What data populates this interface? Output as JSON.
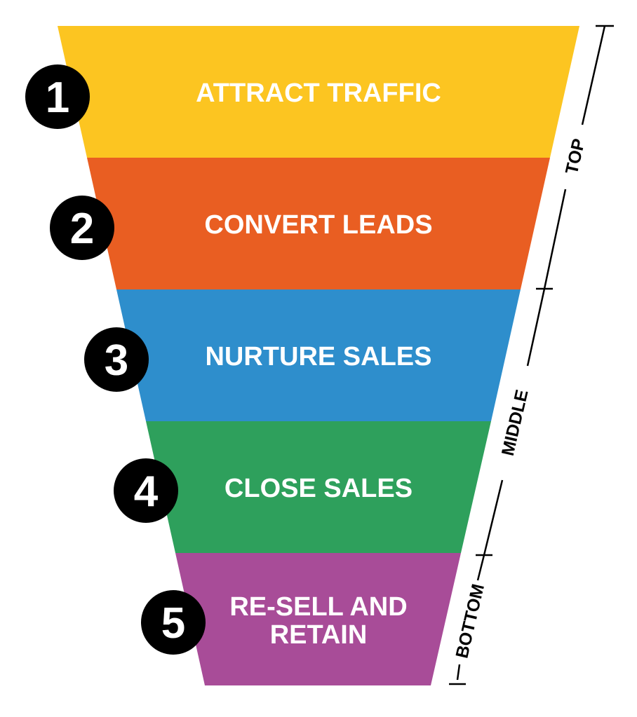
{
  "stages": [
    {
      "number": "1",
      "label": "ATTRACT TRAFFIC",
      "color": "#FCC521"
    },
    {
      "number": "2",
      "label": "CONVERT LEADS",
      "color": "#E95E22"
    },
    {
      "number": "3",
      "label": "NURTURE SALES",
      "color": "#2E8ECC"
    },
    {
      "number": "4",
      "label": "CLOSE SALES",
      "color": "#2EA05C"
    },
    {
      "number": "5",
      "label_line1": "RE-SELL AND",
      "label_line2": "RETAIN",
      "color": "#A84C98"
    }
  ],
  "segments": {
    "top": "TOP",
    "middle": "MIDDLE",
    "bottom": "BOTTOM"
  }
}
